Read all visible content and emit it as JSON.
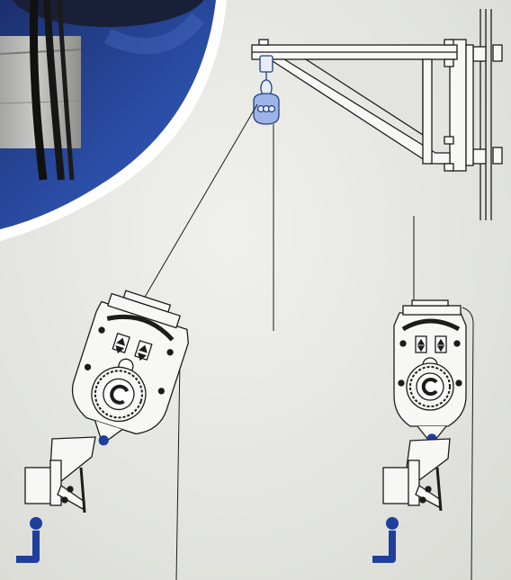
{
  "figure": {
    "elements": [
      "product-photo-inset",
      "wall-jib-bracket",
      "pulley-block",
      "winch-device-left",
      "winch-device-right",
      "anchor-hook-left",
      "anchor-hook-right",
      "cable-lines"
    ]
  },
  "colors": {
    "background": "#e3e4df",
    "line": "#1c1c1c",
    "device_fill": "#f7f7f5",
    "accent_blue": "#1f3f9c",
    "pulley_blue": "#6f8fd6",
    "photo_blue": "#22408f"
  },
  "icons": [
    "photo-inset",
    "jib-bracket",
    "pulley",
    "winch",
    "clamp",
    "hook"
  ]
}
